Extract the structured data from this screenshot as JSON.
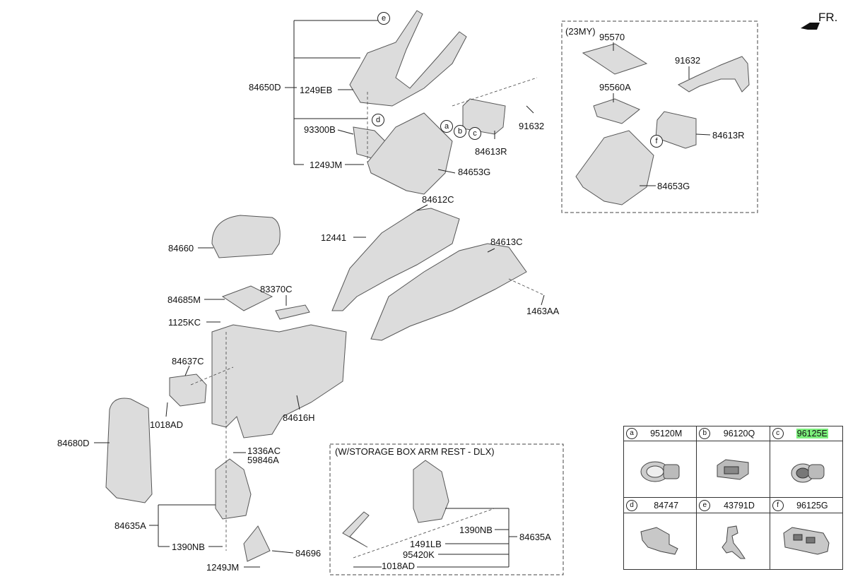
{
  "orientation_label": "FR.",
  "variant_boxes": {
    "my23": {
      "title": "(23MY)"
    },
    "storage": {
      "title": "(W/STORAGE BOX ARM REST - DLX)"
    }
  },
  "part_labels": {
    "p84650D": "84650D",
    "p1249EB": "1249EB",
    "p93300B": "93300B",
    "p1249JM_top": "1249JM",
    "p84653G": "84653G",
    "p84613R": "84613R",
    "p91632": "91632",
    "p95570": "95570",
    "p91632_23": "91632",
    "p95560A": "95560A",
    "p84613R_23": "84613R",
    "p84653G_23": "84653G",
    "p84612C": "84612C",
    "p12441": "12441",
    "p84613C": "84613C",
    "p1463AA": "1463AA",
    "p84660": "84660",
    "p84685M": "84685M",
    "p83370C": "83370C",
    "p1125KC": "1125KC",
    "p84637C": "84637C",
    "p1018AD": "1018AD",
    "p84616H": "84616H",
    "p84680D": "84680D",
    "p1336AC": "1336AC",
    "p59846A": "59846A",
    "p84635A": "84635A",
    "p1390NB": "1390NB",
    "p1249JM_bot": "1249JM",
    "p84696": "84696",
    "p1390NB_s": "1390NB",
    "p1491LB": "1491LB",
    "p95420K": "95420K",
    "p1018AD_s": "1018AD",
    "p84635A_s": "84635A"
  },
  "callouts": {
    "e": "e",
    "d": "d",
    "a": "a",
    "b": "b",
    "c": "c",
    "f": "f"
  },
  "legend": {
    "items": [
      {
        "letter": "a",
        "part": "95120M",
        "highlight": false,
        "icon": "usb-charger-icon"
      },
      {
        "letter": "b",
        "part": "96120Q",
        "highlight": false,
        "icon": "aux-jack-icon"
      },
      {
        "letter": "c",
        "part": "96125E",
        "highlight": true,
        "icon": "power-outlet-icon"
      },
      {
        "letter": "d",
        "part": "84747",
        "highlight": false,
        "icon": "bracket-clip-icon"
      },
      {
        "letter": "e",
        "part": "43791D",
        "highlight": false,
        "icon": "shift-lever-clip-icon"
      },
      {
        "letter": "f",
        "part": "96125G",
        "highlight": false,
        "icon": "usb-port-module-icon"
      }
    ]
  },
  "colors": {
    "line": "#222222",
    "part_fill": "#d9d9d9",
    "part_stroke": "#555555",
    "highlight": "#7cf07c"
  }
}
